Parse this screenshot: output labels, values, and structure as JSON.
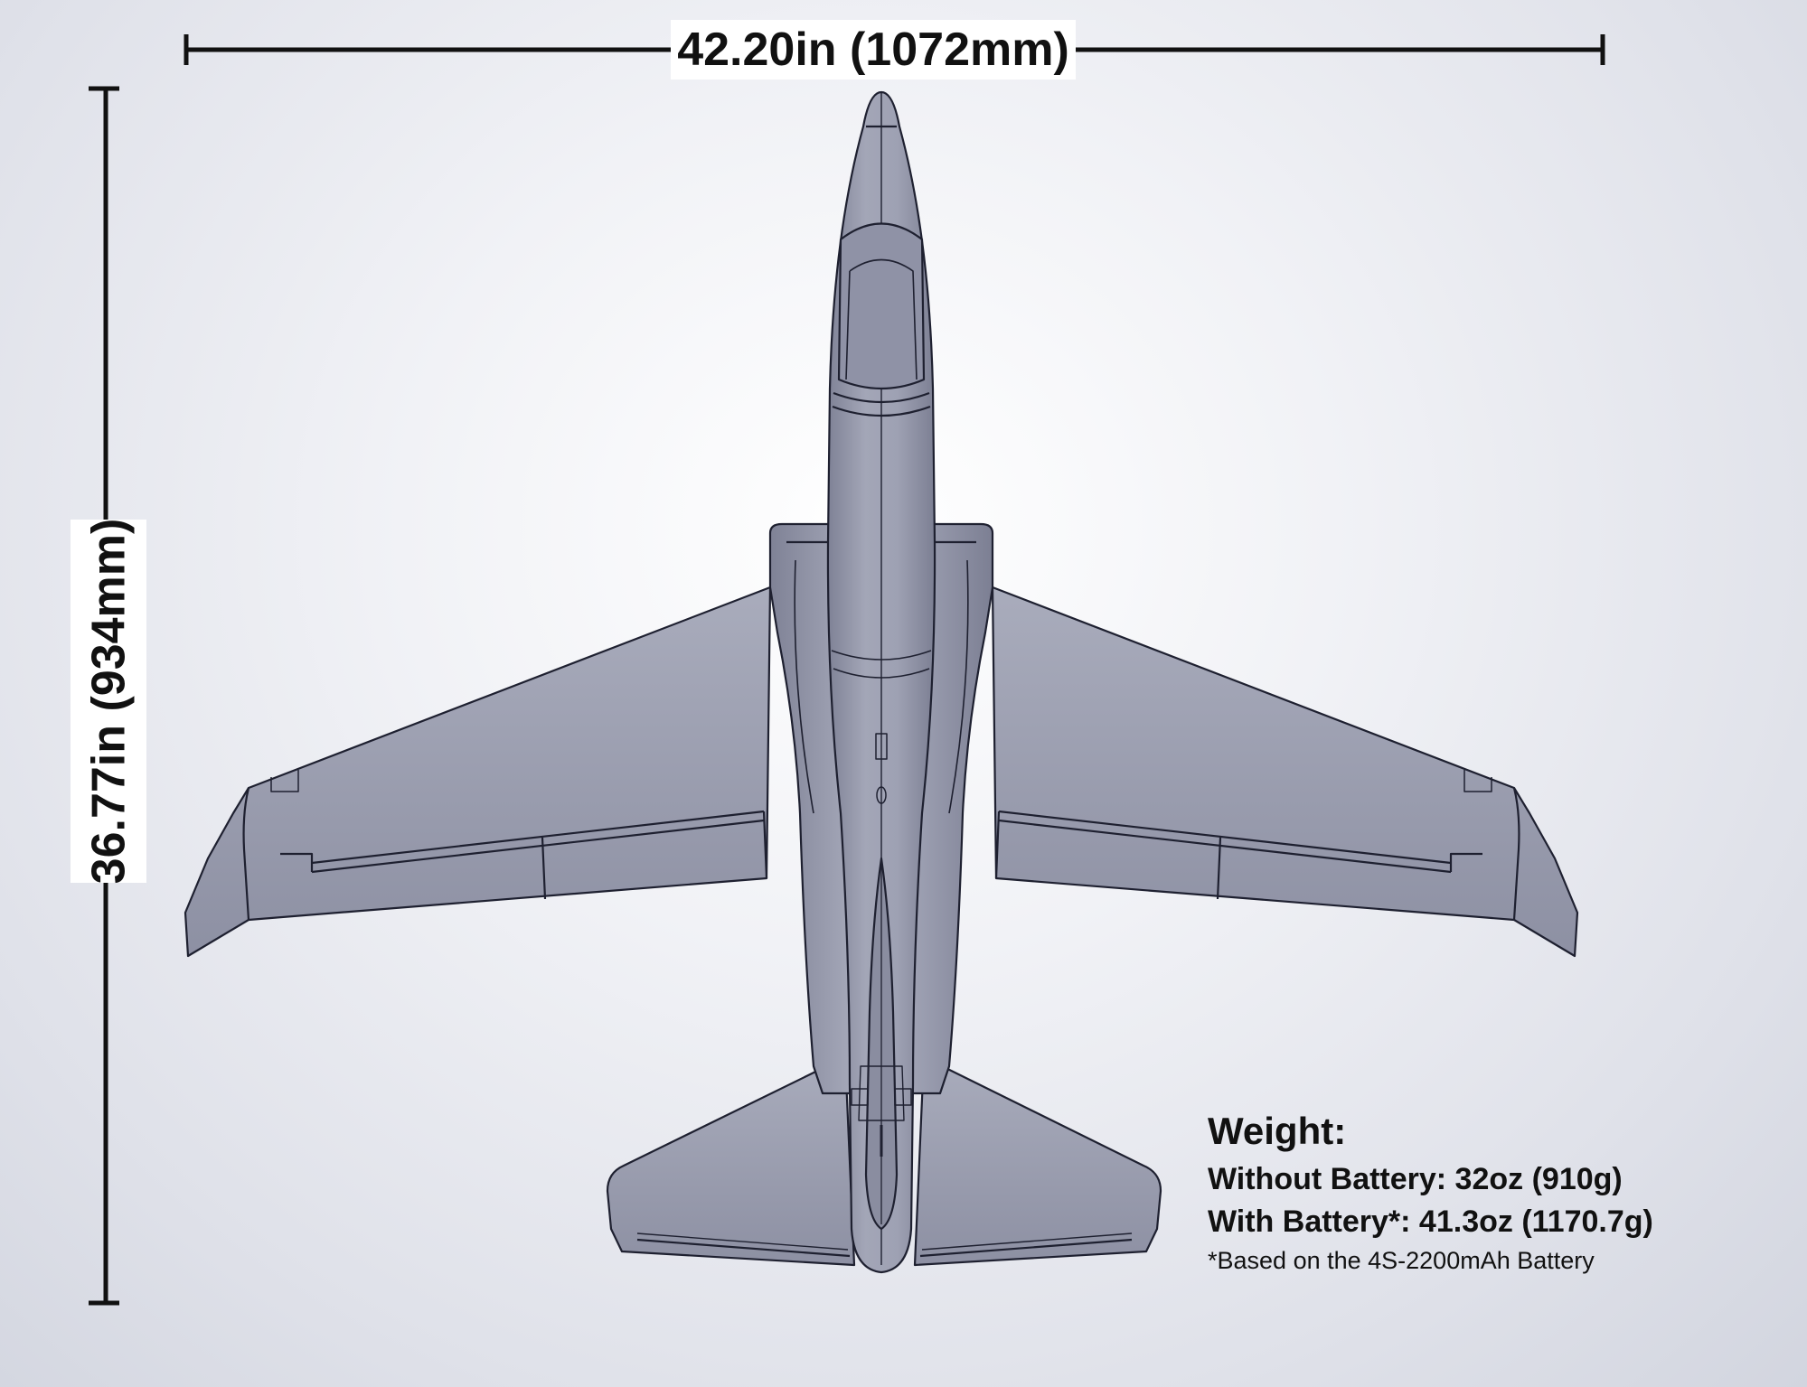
{
  "dimensions": {
    "wingspan_label": "42.20in (1072mm)",
    "length_label": "36.77in (934mm)"
  },
  "weight": {
    "title": "Weight:",
    "without_battery": "Without Battery: 32oz (910g)",
    "with_battery": "With Battery*: 41.3oz (1170.7g)",
    "footnote": "*Based on the 4S-2200mAh Battery"
  },
  "colors": {
    "airframe_fill": "#9a9dae",
    "airframe_stroke": "#1e2030",
    "dimension_line": "#111111"
  }
}
